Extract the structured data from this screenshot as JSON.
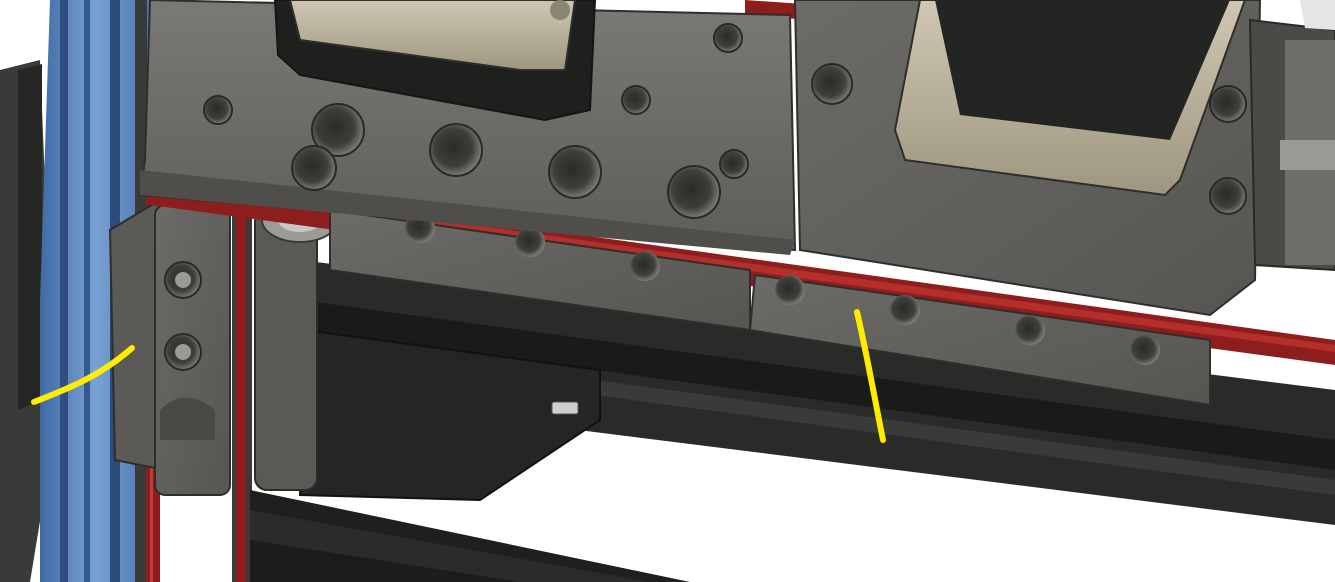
{
  "scene": {
    "kind": "cad-model-render",
    "colors": {
      "background": "#ffffff",
      "plate": "#6b6a66",
      "plate_edge": "#3e3d3a",
      "extrusion": "#2e2e2c",
      "red_rail": "#8e1d1d",
      "blue_rail": "#5b87c1",
      "motor_top": "#b9b19d",
      "annotation": "#ffec00"
    },
    "annotations": [
      {
        "name": "left-yellow-mark"
      },
      {
        "name": "center-yellow-mark"
      }
    ]
  }
}
